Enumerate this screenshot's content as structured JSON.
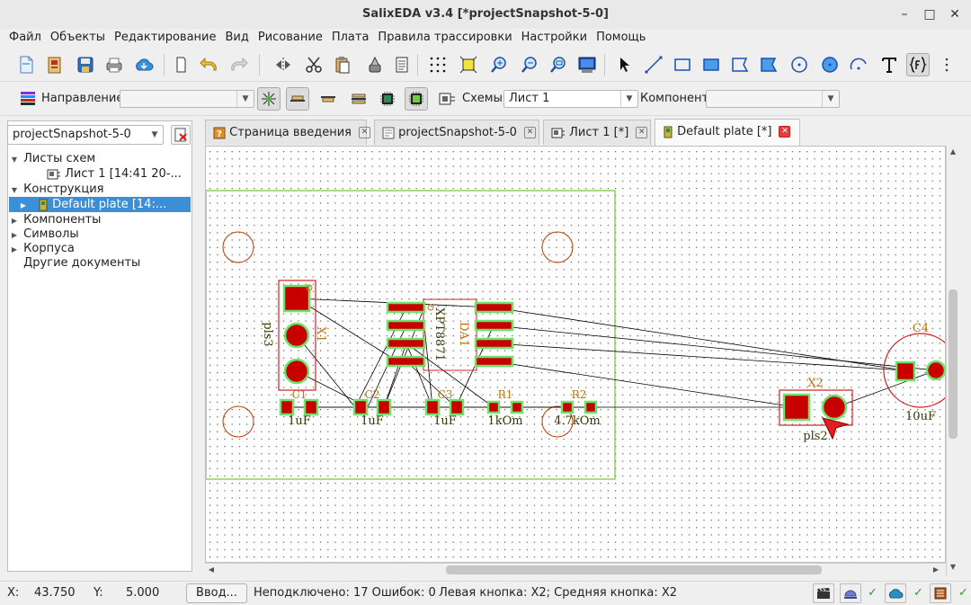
{
  "window": {
    "title": "SalixEDA v3.4 [*projectSnapshot-5-0]",
    "minimize": "–",
    "maximize": "□",
    "close": "✕"
  },
  "menu": [
    "Файл",
    "Объекты",
    "Редактирование",
    "Вид",
    "Рисование",
    "Плата",
    "Правила трассировки",
    "Настройки",
    "Помощь"
  ],
  "toolbar2": {
    "direction_label": "Направление:",
    "direction_value": "",
    "schemes_label": "Схемы:",
    "schemes_value": "Лист 1",
    "component_label": "Компонент:",
    "component_value": ""
  },
  "project": {
    "selected": "projectSnapshot-5-0",
    "tree": [
      {
        "label": "Листы схем",
        "level": 0,
        "expanded": true
      },
      {
        "label": "Лист 1 [14:41 20-...",
        "level": 1
      },
      {
        "label": "Конструкция",
        "level": 0,
        "expanded": true
      },
      {
        "label": "Default plate [14:...",
        "level": 1,
        "selected": true
      },
      {
        "label": "Компоненты",
        "level": 0
      },
      {
        "label": "Символы",
        "level": 0
      },
      {
        "label": "Корпуса",
        "level": 0
      },
      {
        "label": "Другие документы",
        "level": 0
      }
    ]
  },
  "tabs": [
    {
      "label": "Страница введения"
    },
    {
      "label": "projectSnapshot-5-0"
    },
    {
      "label": "Лист 1 [*]"
    },
    {
      "label": "Default plate [*]",
      "active": true
    }
  ],
  "pcb": {
    "colors": {
      "board": "#7ec83a",
      "pad": "#c80000",
      "padEdge": "#6de36d",
      "silk": "#c07010",
      "ratsnest": "#000000",
      "compBox": "#d02020"
    },
    "components": {
      "x1": {
        "ref": "X1",
        "value": "pls3"
      },
      "da1": {
        "ref": "DA1",
        "value": "XPT8871"
      },
      "c1": {
        "ref": "C1",
        "value": "1uF"
      },
      "c2": {
        "ref": "C2",
        "value": "1uF"
      },
      "c3": {
        "ref": "C3",
        "value": "1uF"
      },
      "r1": {
        "ref": "R1",
        "value": "1kOm"
      },
      "r2": {
        "ref": "R2",
        "value": "4.7kOm"
      },
      "x2": {
        "ref": "X2",
        "value": "pls2"
      },
      "c4": {
        "ref": "C4",
        "value": "10uF"
      }
    }
  },
  "status": {
    "x_label": "X:",
    "x_value": "43.750",
    "y_label": "Y:",
    "y_value": "5.000",
    "input_button": "Ввод...",
    "info": "Неподключено: 17 Ошибок: 0",
    "mouse": "Левая кнопка: X2; Средняя кнопка: X2",
    "check": "✓"
  }
}
